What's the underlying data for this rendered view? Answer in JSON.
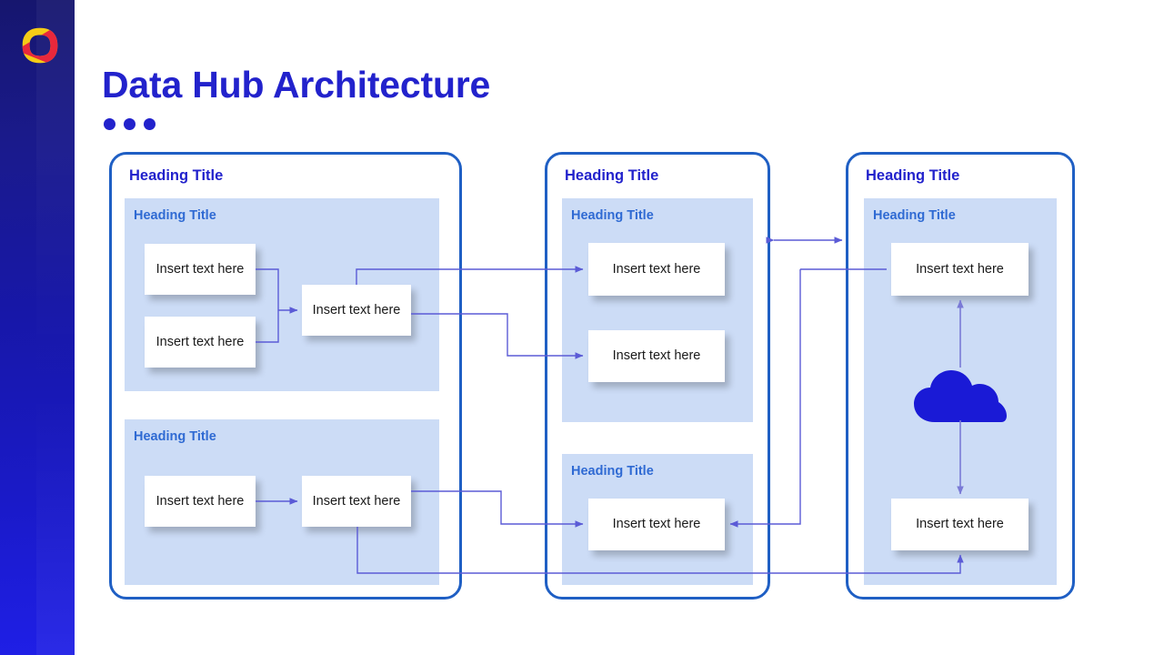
{
  "slide": {
    "title": "Data Hub Architecture",
    "accent_color": "#2222cc",
    "panel_border_color": "#1f5fc4",
    "group_fill_color": "#ccdcf6",
    "group_title_color": "#2f6ad3",
    "connector_color": "#5b5bd6",
    "cloud_color": "#1a1ad6",
    "rail_gradient_from": "#16166e",
    "rail_gradient_to": "#1f1fe6"
  },
  "logo": {
    "name": "brand-squircle-logo",
    "red": "#e8283c",
    "yellow": "#f5cc16",
    "navy": "#16166e"
  },
  "panels": [
    {
      "title": "Heading Title",
      "groups": [
        {
          "title": "Heading Title",
          "boxes": [
            "Insert text here",
            "Insert text here",
            "Insert text here"
          ]
        },
        {
          "title": "Heading Title",
          "boxes": [
            "Insert text here",
            "Insert text here"
          ]
        }
      ]
    },
    {
      "title": "Heading Title",
      "groups": [
        {
          "title": "Heading Title",
          "boxes": [
            "Insert text here",
            "Insert text here"
          ]
        },
        {
          "title": "Heading Title",
          "boxes": [
            "Insert text here"
          ]
        }
      ]
    },
    {
      "title": "Heading Title",
      "groups": [
        {
          "title": "Heading Title",
          "boxes": [
            "Insert text here",
            "Insert text here"
          ],
          "icon": "cloud-icon"
        }
      ]
    }
  ]
}
